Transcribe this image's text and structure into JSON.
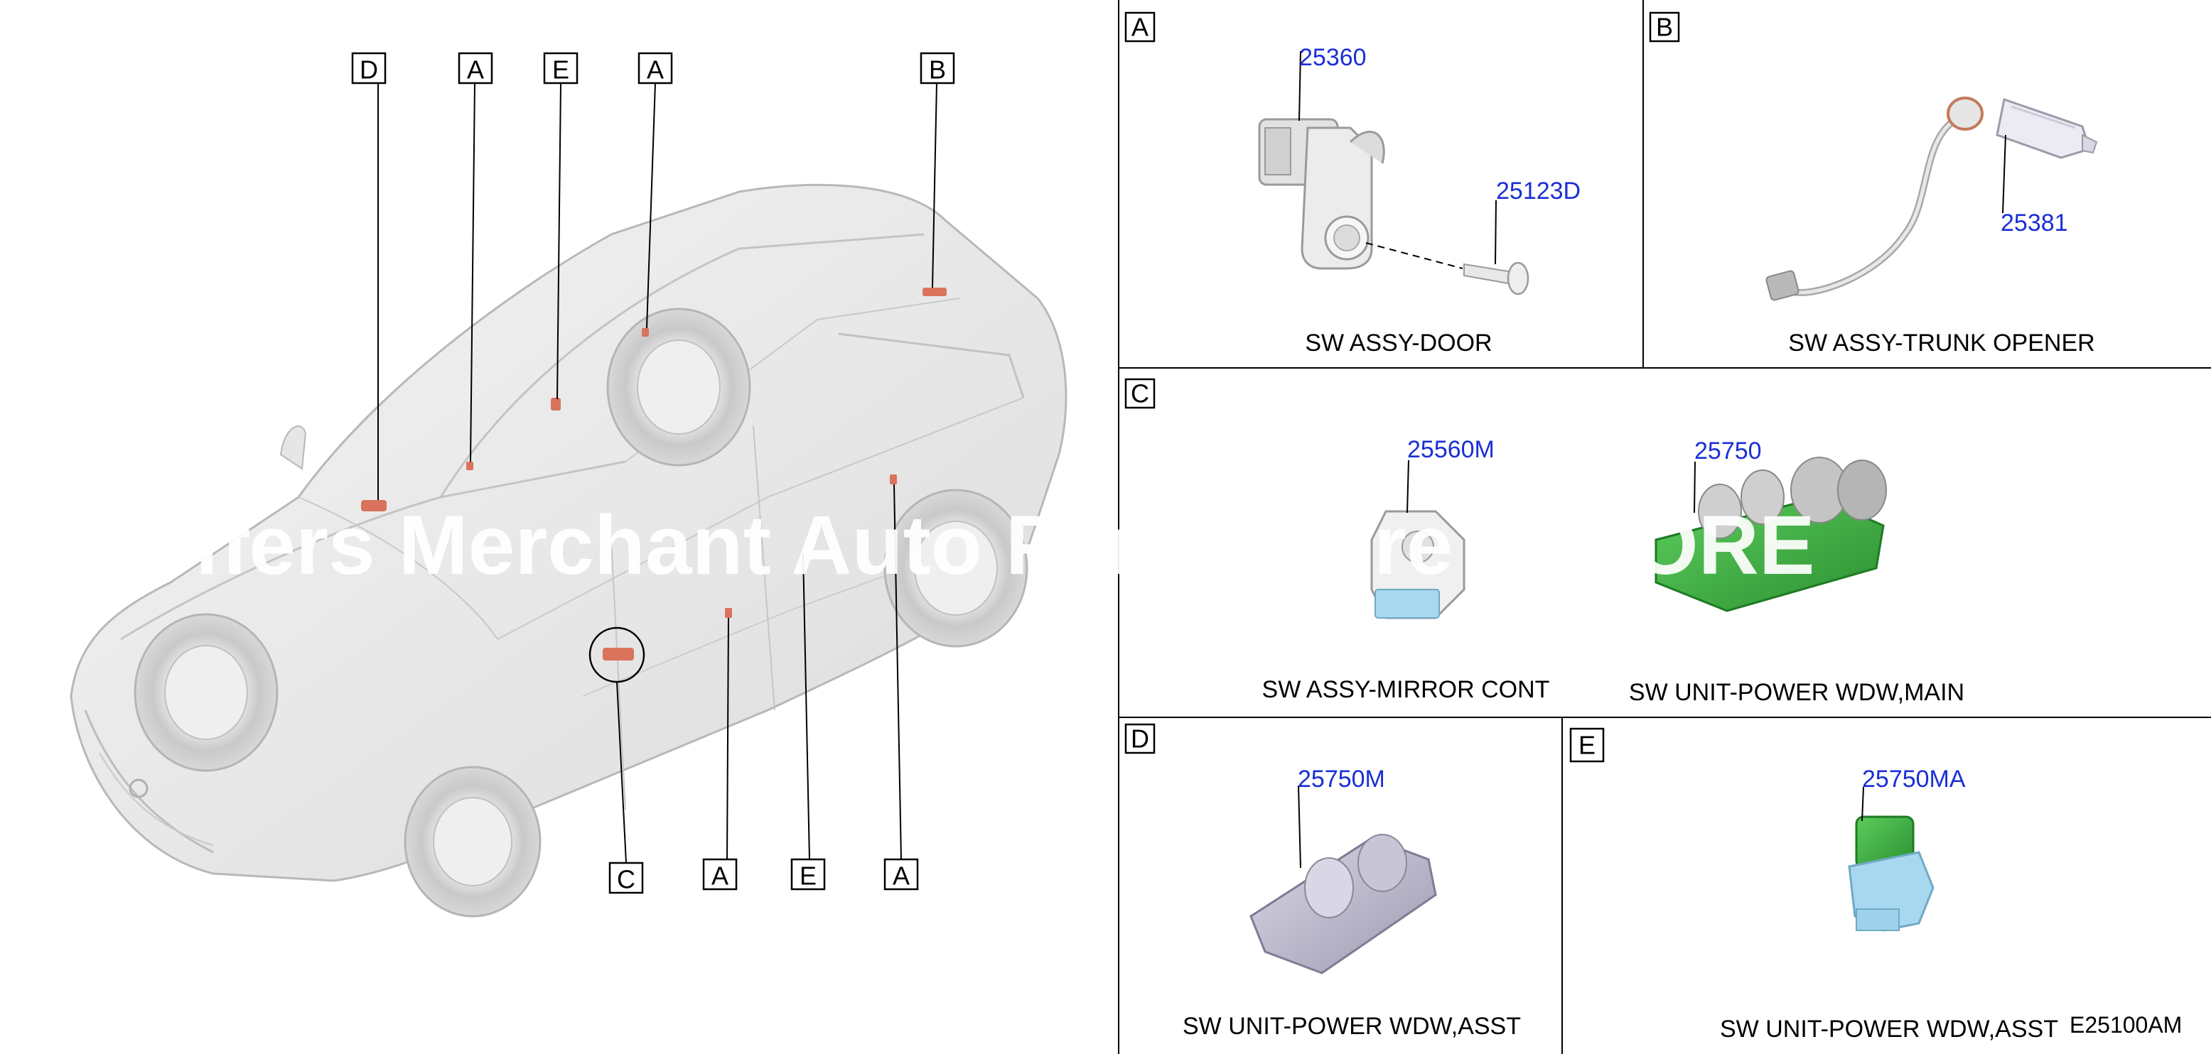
{
  "car_callouts": [
    {
      "letter": "D"
    },
    {
      "letter": "A"
    },
    {
      "letter": "E"
    },
    {
      "letter": "A"
    },
    {
      "letter": "B"
    },
    {
      "letter": "C"
    },
    {
      "letter": "A"
    },
    {
      "letter": "E"
    },
    {
      "letter": "A"
    }
  ],
  "panels": {
    "A": {
      "letter": "A",
      "name": "SW ASSY-DOOR",
      "parts": [
        "25360",
        "25123D"
      ]
    },
    "B": {
      "letter": "B",
      "name": "SW ASSY-TRUNK OPENER",
      "parts": [
        "25381"
      ]
    },
    "C": {
      "letter": "C",
      "names": [
        "SW ASSY-MIRROR CONT",
        "SW UNIT-POWER WDW,MAIN"
      ],
      "parts": [
        "25560M",
        "25750"
      ]
    },
    "D": {
      "letter": "D",
      "name": "SW UNIT-POWER WDW,ASST",
      "parts": [
        "25750M"
      ]
    },
    "E": {
      "letter": "E",
      "name": "SW UNIT-POWER WDW,ASST",
      "parts": [
        "25750MA"
      ]
    }
  },
  "diagram_code": "E25100AM",
  "watermark": "Offers Merchant Auto Parts Store TSTORE",
  "colors": {
    "part_number": "#1a2fd6",
    "highlight_part": "#d9735c",
    "mirror_switch_blue": "#a8d8f0",
    "power_window_green": "#3fae44",
    "power_window_gray": "#b9b6c9"
  }
}
